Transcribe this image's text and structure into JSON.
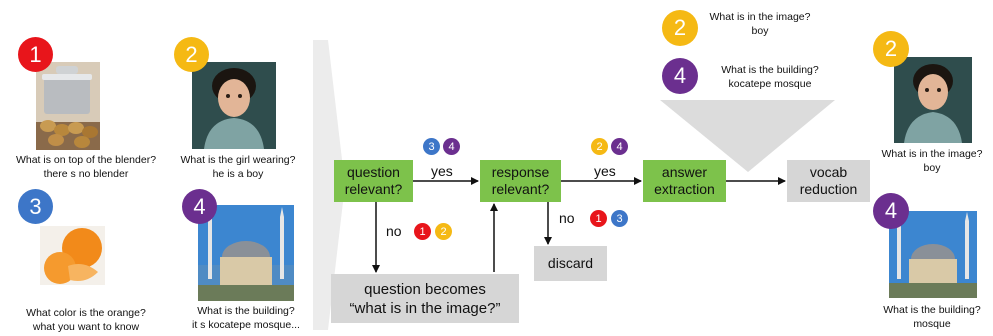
{
  "colors": {
    "red": "#e8151b",
    "yellow": "#f5b914",
    "blue": "#3d76c8",
    "purple": "#6b2f8f",
    "green": "#7dc24b",
    "gray": "#d6d6d6"
  },
  "examples": [
    {
      "num": "1",
      "question": "What is on top of the blender?",
      "answer": "there s no blender",
      "icon": "cooking-pot-image"
    },
    {
      "num": "2",
      "question": "What is the girl wearing?",
      "answer": "he is a boy",
      "icon": "boy-portrait-image"
    },
    {
      "num": "3",
      "question": "What color is the orange?",
      "answer": "what you want to know",
      "icon": "orange-fruit-image"
    },
    {
      "num": "4",
      "question": "What is the building?",
      "answer": "it s kocatepe mosque...",
      "icon": "mosque-image"
    }
  ],
  "flow": {
    "question_relevant": "question relevant?",
    "response_relevant": "response relevant?",
    "answer_extraction": "answer extraction",
    "vocab_reduction": "vocab reduction",
    "question_becomes_line1": "question becomes",
    "question_becomes_line2": "“what is in the image?”",
    "discard": "discard",
    "yes1": "yes",
    "yes2": "yes",
    "no1": "no",
    "no2": "no",
    "badges_yes1": [
      "3",
      "4"
    ],
    "badges_yes2": [
      "2",
      "4"
    ],
    "badges_no1": [
      "1",
      "2"
    ],
    "badges_no2": [
      "1",
      "3"
    ]
  },
  "extracted": [
    {
      "num": "2",
      "question": "What is in the image?",
      "answer": "boy"
    },
    {
      "num": "4",
      "question": "What is the building?",
      "answer": "kocatepe mosque"
    }
  ],
  "results": [
    {
      "num": "2",
      "question": "What is in the image?",
      "answer": "boy"
    },
    {
      "num": "4",
      "question": "What is the building?",
      "answer": "mosque"
    }
  ]
}
